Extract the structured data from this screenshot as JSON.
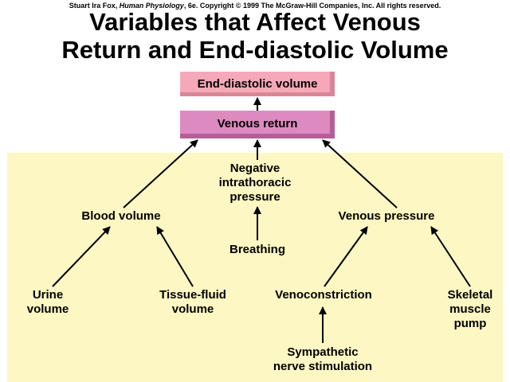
{
  "header": {
    "copyright_author": "Stuart Ira Fox, ",
    "copyright_book": "Human Physiology",
    "copyright_rest": ", 6e. Copyright © 1999 The McGraw-Hill Companies, Inc.  All rights reserved."
  },
  "title": {
    "line1": "Variables that Affect Venous",
    "line2": "Return and End-diastolic Volume"
  },
  "boxes": {
    "end_diastolic_volume": "End-diastolic volume",
    "venous_return": "Venous return"
  },
  "nodes": {
    "negative_intrathoracic_pressure": [
      "Negative",
      "intrathoracic",
      "pressure"
    ],
    "blood_volume": "Blood volume",
    "venous_pressure": "Venous pressure",
    "breathing": "Breathing",
    "urine_volume": [
      "Urine",
      "volume"
    ],
    "tissue_fluid_volume": [
      "Tissue-fluid",
      "volume"
    ],
    "venoconstriction": "Venoconstriction",
    "skeletal_muscle_pump": [
      "Skeletal",
      "muscle",
      "pump"
    ],
    "sympathetic_nerve_stimulation": [
      "Sympathetic",
      "nerve stimulation"
    ]
  },
  "colors": {
    "panel": "#fdf7c3",
    "end_diastolic_box": "#f5a9b8",
    "venous_return_box": "#dd8ac0",
    "arrow": "#000000"
  }
}
